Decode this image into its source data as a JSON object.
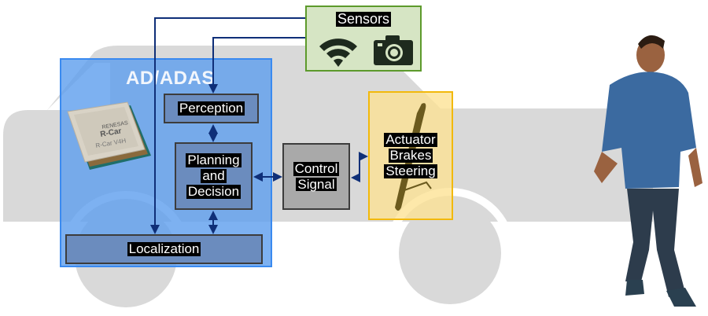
{
  "diagram": {
    "system_block": {
      "title": "AD/ADAS",
      "chip_brand": "R-Car",
      "chip_vendor": "RENESAS",
      "chip_model": "R-Car V4H",
      "modules": {
        "perception": "Perception",
        "planning": [
          "Planning",
          "and",
          "Decision"
        ],
        "localization": "Localization"
      }
    },
    "sensors": {
      "title": "Sensors",
      "icons": [
        "wifi-icon",
        "camera-icon"
      ]
    },
    "control": [
      "Control",
      "Signal"
    ],
    "actuator": [
      "Actuator",
      "Brakes",
      "Steering"
    ],
    "colors": {
      "adas_fill": "#60a0ee",
      "adas_border": "#3a8af0",
      "module_fill": "#6b8cbe",
      "sensors_fill": "#d6e5c4",
      "sensors_border": "#5d9a2c",
      "control_fill": "#a9a9a9",
      "actuator_fill": "#fce292",
      "actuator_border": "#f2b90c",
      "arrow": "#0f2f78",
      "car_silhouette": "#d9d9d9"
    },
    "connections": [
      {
        "from": "Sensors",
        "to": "Localization",
        "type": "one-way"
      },
      {
        "from": "Sensors",
        "to": "Perception",
        "type": "one-way"
      },
      {
        "from": "Perception",
        "to": "Planning and Decision",
        "type": "two-way"
      },
      {
        "from": "Planning and Decision",
        "to": "Localization",
        "type": "two-way"
      },
      {
        "from": "Planning and Decision",
        "to": "Control Signal",
        "type": "two-way"
      },
      {
        "from": "Control Signal",
        "to": "Actuator",
        "type": "two-way"
      }
    ],
    "figure": "pedestrian-running"
  }
}
